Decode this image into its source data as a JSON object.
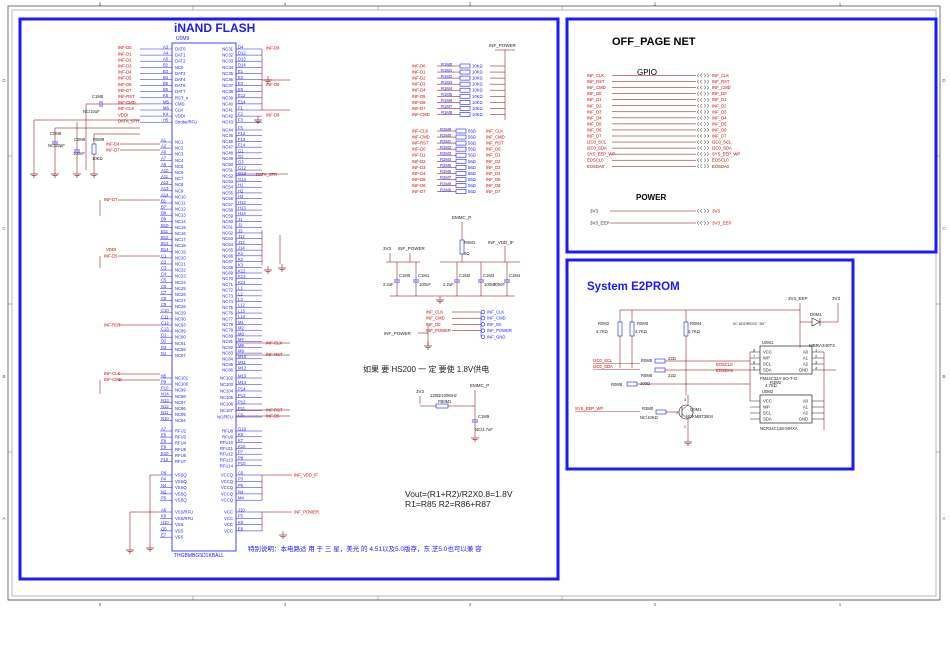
{
  "frame": {
    "top_numbers": [
      "5",
      "4",
      "3",
      "2",
      "1"
    ],
    "side_letters": [
      "D",
      "C",
      "B",
      "A"
    ]
  },
  "nand": {
    "title": "iNAND FLASH",
    "ref": "U0M9",
    "part": "THGBMBG5D1KBALL",
    "left_pins": [
      {
        "pin": "A3",
        "name": "DAT0",
        "net": "INF-D0"
      },
      {
        "pin": "A4",
        "name": "DAT1",
        "net": "INF-D1"
      },
      {
        "pin": "A5",
        "name": "DAT2",
        "net": "INF-D2"
      },
      {
        "pin": "B2",
        "name": "NC0",
        "net": "INF-D3"
      },
      {
        "pin": "B3",
        "name": "DAT3",
        "net": "INF-D4"
      },
      {
        "pin": "B4",
        "name": "DAT4",
        "net": "INF-D5"
      },
      {
        "pin": "B5",
        "name": "DAT6",
        "net": "INF-D6"
      },
      {
        "pin": "B6",
        "name": "DAT7",
        "net": "INF-D7"
      },
      {
        "pin": "K5",
        "name": "RST_n",
        "net": "INF-RST"
      },
      {
        "pin": "M5",
        "name": "CMD",
        "net": "INF-CMD"
      },
      {
        "pin": "M6",
        "name": "CLK",
        "net": "INF-CLK"
      },
      {
        "pin": "K4",
        "name": "VDDi",
        "net": "VDDI"
      },
      {
        "pin": "H5",
        "name": "Strobe/RFU",
        "net": "DATA_STR"
      }
    ],
    "right_pins": [
      {
        "pin": "D4",
        "name": "NC31",
        "net": "INF-D8"
      },
      {
        "pin": "D12",
        "name": "NC32",
        "net": ""
      },
      {
        "pin": "D13",
        "name": "NC33",
        "net": ""
      },
      {
        "pin": "D14",
        "name": "NC34",
        "net": ""
      },
      {
        "pin": "E1",
        "name": "NC35",
        "net": ""
      },
      {
        "pin": "E2",
        "name": "NC36",
        "net": ""
      },
      {
        "pin": "E3",
        "name": "NC37",
        "net": "INF-D8"
      },
      {
        "pin": "E5",
        "name": "NC38",
        "net": ""
      },
      {
        "pin": "E12",
        "name": "NC39",
        "net": ""
      },
      {
        "pin": "E14",
        "name": "NC40",
        "net": ""
      },
      {
        "pin": "F1",
        "name": "NC41",
        "net": ""
      },
      {
        "pin": "F2",
        "name": "NC42",
        "net": "INF-D8"
      },
      {
        "pin": "F3",
        "name": "NC43",
        "net": ""
      }
    ],
    "nc_labels": [
      "NC1",
      "NC2",
      "NC3",
      "NC4",
      "NC5",
      "NC6",
      "NC7",
      "NC8",
      "NC9",
      "NC10",
      "NC11",
      "NC12",
      "NC13",
      "NC14",
      "NC15",
      "NC16",
      "NC17",
      "NC18",
      "NC19",
      "NC20",
      "NC21",
      "NC22",
      "NC23",
      "NC24",
      "NC25",
      "NC26",
      "NC27",
      "NC28",
      "NC29",
      "NC30",
      "NC93",
      "NC89",
      "NC90",
      "NC91",
      "NC88",
      "NC87"
    ],
    "nc_pins": [
      "A1",
      "A2",
      "A6",
      "A7",
      "A8",
      "A10",
      "A11",
      "A12",
      "A13",
      "A14",
      "B1",
      "B7",
      "B8",
      "B9",
      "B10",
      "B11",
      "B12",
      "B13",
      "B14",
      "C1",
      "C2",
      "C3",
      "C4",
      "C5",
      "C6",
      "C7",
      "C8",
      "C9",
      "C10",
      "C11",
      "C12",
      "C13",
      "D1",
      "D2",
      "D3",
      "N1"
    ],
    "nc_right": [
      "NC44",
      "NC45",
      "NC46",
      "NC47",
      "NC48",
      "NC49",
      "NC50",
      "NC51",
      "NC52",
      "NC53",
      "NC54",
      "NC55",
      "NC56",
      "NC57",
      "NC58",
      "NC59",
      "NC60",
      "NC61",
      "NC62",
      "NC63",
      "NC64",
      "NC65",
      "NC66",
      "NC67",
      "NC68",
      "NC69",
      "NC70",
      "NC71",
      "NC72",
      "NC73",
      "NC74",
      "NC75",
      "NC76",
      "NC77",
      "NC78",
      "NC79",
      "NC80",
      "NC81",
      "NC82",
      "NC83",
      "NC84",
      "NC85",
      "NC86"
    ],
    "nc_right_pins": [
      "F5",
      "F12",
      "F13",
      "F14",
      "G1",
      "G2",
      "G3",
      "G12",
      "G13",
      "G14",
      "H1",
      "H2",
      "H3",
      "H12",
      "H13",
      "H14",
      "J1",
      "J2",
      "J3",
      "J12",
      "J13",
      "J14",
      "K1",
      "K2",
      "K3",
      "K12",
      "K13",
      "K14",
      "L1",
      "L2",
      "L3",
      "L12",
      "L13",
      "L14",
      "M1",
      "M2",
      "M3",
      "M7",
      "M8",
      "M9",
      "M10",
      "M11",
      "M12"
    ],
    "lower_left": [
      {
        "pin": "N5",
        "name": "NC101"
      },
      {
        "pin": "P9",
        "name": "NC100"
      },
      {
        "pin": "P10",
        "name": "NC99"
      },
      {
        "pin": "N14",
        "name": "NC98"
      },
      {
        "pin": "N13",
        "name": "NC97"
      },
      {
        "pin": "N12",
        "name": "NC96"
      },
      {
        "pin": "N11",
        "name": "NC95"
      },
      {
        "pin": "N10",
        "name": "NC94"
      }
    ],
    "lower_right": [
      {
        "pin": "M13",
        "name": "NC102"
      },
      {
        "pin": "M14",
        "name": "NC103"
      },
      {
        "pin": "P14",
        "name": "NC104"
      },
      {
        "pin": "P13",
        "name": "NC105"
      },
      {
        "pin": "P12",
        "name": "NC106"
      },
      {
        "pin": "P11",
        "name": "NC107"
      },
      {
        "pin": "C5",
        "name": "NC/RFU"
      }
    ],
    "rfu_left": [
      {
        "pin": "A7",
        "name": "RFU2"
      },
      {
        "pin": "E5",
        "name": "RFU3"
      },
      {
        "pin": "E8",
        "name": "RFU4"
      },
      {
        "pin": "E9",
        "name": "RFU5"
      },
      {
        "pin": "E10",
        "name": "RFU6"
      },
      {
        "pin": "F10",
        "name": "RFU7"
      }
    ],
    "rfu_right": [
      {
        "pin": "G10",
        "name": "RFU8"
      },
      {
        "pin": "K6",
        "name": "RFU9"
      },
      {
        "pin": "K7",
        "name": "RFU10"
      },
      {
        "pin": "K10",
        "name": "RFU11"
      },
      {
        "pin": "P7",
        "name": "RFU12"
      },
      {
        "pin": "P8",
        "name": "RFU13"
      },
      {
        "pin": "P10",
        "name": "RFU14"
      }
    ],
    "vssq_left": [
      {
        "pin": "P6",
        "name": "VSSQ"
      },
      {
        "pin": "P4",
        "name": "VSSQ"
      },
      {
        "pin": "N4",
        "name": "VSSQ"
      },
      {
        "pin": "N2",
        "name": "VSSQ"
      },
      {
        "pin": "P5",
        "name": "VSSQ"
      }
    ],
    "vccq_right": [
      {
        "pin": "C6",
        "name": "VCCQ"
      },
      {
        "pin": "P3",
        "name": "VCCQ"
      },
      {
        "pin": "P5",
        "name": "VCCQ"
      },
      {
        "pin": "N4",
        "name": "VCCQ"
      },
      {
        "pin": "M4",
        "name": "VCCQ"
      }
    ],
    "vss_left": [
      {
        "pin": "A6",
        "name": "VSS/RFU"
      },
      {
        "pin": "K8",
        "name": "VSS/RFU"
      },
      {
        "pin": "H10",
        "name": "VSS"
      },
      {
        "pin": "G5",
        "name": "VSS"
      },
      {
        "pin": "E7",
        "name": "VSS"
      }
    ],
    "vcc_right": [
      {
        "pin": "J10",
        "name": "VCC"
      },
      {
        "pin": "F5",
        "name": "VCC"
      },
      {
        "pin": "K9",
        "name": "VCC"
      },
      {
        "pin": "E6",
        "name": "VCC"
      }
    ],
    "net_vdd_if": "INF_VDD_IF",
    "net_power": "INF_POWER",
    "caps": [
      {
        "ref": "C1M8",
        "value": "NC/10uF"
      },
      {
        "ref": "C0M8",
        "value": "NC/33pF"
      },
      {
        "ref": "C0M9",
        "value": "100nF"
      },
      {
        "ref": "R0M9",
        "value": "10KΩ"
      }
    ],
    "side_nets": [
      "INF-D4",
      "INF-D7",
      "INF-D7",
      "VDDI",
      "INF-D5",
      "INF-RST",
      "INF-CLK",
      "INF-CMD"
    ],
    "right_side_nets": [
      "DATA_STR",
      "INF-CLK",
      "INF-RST",
      "INF-RST",
      "INF-D5"
    ],
    "note": "特别说明：本电路适 用 于 三 星，美光 的 4.51以及5.0版存，东 芝5.0也可以兼 容"
  },
  "resistors": {
    "power_label": "INF_POWER",
    "pullups": [
      {
        "net": "INF-D0",
        "ref": "R1M0",
        "value": "10KΩ"
      },
      {
        "net": "INF-D1",
        "ref": "R1M1",
        "value": "10KΩ"
      },
      {
        "net": "INF-D2",
        "ref": "R1M2",
        "value": "10KΩ"
      },
      {
        "net": "INF-D3",
        "ref": "R1M3",
        "value": "10KΩ"
      },
      {
        "net": "INF-D4",
        "ref": "R1M4",
        "value": "10KΩ"
      },
      {
        "net": "INF-D5",
        "ref": "R1M5",
        "value": "10KΩ"
      },
      {
        "net": "INF-D6",
        "ref": "R1M6",
        "value": "10KΩ"
      },
      {
        "net": "INF-D7",
        "ref": "R1M7",
        "value": "10KΩ"
      },
      {
        "net": "INF-CMD",
        "ref": "R1M8",
        "value": "10KΩ"
      }
    ],
    "series": [
      {
        "in": "INF-CLK",
        "ref": "R2M9",
        "value": "56Ω",
        "out": "INF_CLK"
      },
      {
        "in": "INF-CMD",
        "ref": "R2M0",
        "value": "56Ω",
        "out": "INF_CMD"
      },
      {
        "in": "INF-RST",
        "ref": "R2M1",
        "value": "56Ω",
        "out": "INF_RST"
      },
      {
        "in": "INF-D0",
        "ref": "R2M2",
        "value": "56Ω",
        "out": "INF_D0"
      },
      {
        "in": "INF-D1",
        "ref": "R2M3",
        "value": "56Ω",
        "out": "INF_D1"
      },
      {
        "in": "INF-D2",
        "ref": "R2M4",
        "value": "56Ω",
        "out": "INF_D2"
      },
      {
        "in": "INF-D3",
        "ref": "R2M5",
        "value": "56Ω",
        "out": "INF_D3"
      },
      {
        "in": "INF-D4",
        "ref": "R2M6",
        "value": "56Ω",
        "out": "INF_D4"
      },
      {
        "in": "INF-D5",
        "ref": "R2M7",
        "value": "56Ω",
        "out": "INF_D5"
      },
      {
        "in": "INF-D6",
        "ref": "R2M8",
        "value": "56Ω",
        "out": "INF_D6"
      },
      {
        "in": "INF-D7",
        "ref": "R2M9",
        "value": "56Ω",
        "out": "INF_D7"
      }
    ]
  },
  "power": {
    "emmc_p": "EMMC_P",
    "r0m1": "R0M1",
    "r0m1_value": "0Ω",
    "vdd_if": "INF_VDD_IF",
    "v3v3": "3V3",
    "inf_power": "INF_POWER",
    "caps": [
      {
        "ref": "C1M0",
        "value": "2.2uF"
      },
      {
        "ref": "C1M1",
        "value": "100nF"
      },
      {
        "ref": "C1M2",
        "value": "2.2uF"
      },
      {
        "ref": "C1M3",
        "value": "100nF"
      },
      {
        "ref": "C1M4",
        "value": "100nF"
      }
    ],
    "connector_nets": [
      "INF_CLK",
      "INF_CMD",
      "INF_D0",
      "INF_POWER",
      "INF_GND"
    ],
    "connector_nets_left": [
      "INF_CLK",
      "INF_CMD",
      "INF_D0",
      "INF_POWER"
    ],
    "inf_power_left": "INF_POWER",
    "note_cn": "如果 要  HS200  一 定  要使 1.8V供电",
    "fb_3v3": "3V3",
    "fb_ref": "FB0M1",
    "fb_value": "120Ω/100MHz",
    "emmc_p2": "EMMC_P",
    "c1m9": "C1M9",
    "c1m9_value": "NC/4.7uF",
    "formula1": "Vout=(R1+R2)/R2X0.8=1.8V",
    "formula2": "R1=R85 R2=R86+R87"
  },
  "offpage": {
    "title": "OFF_PAGE  NET",
    "gpio_label": "GPIO",
    "nets": [
      "INF_CLK",
      "INF_RST",
      "INF_CMD",
      "INF_D0",
      "INF_D1",
      "INF_D2",
      "INF_D3",
      "INF_D4",
      "INF_D5",
      "INF_D6",
      "INF_D7",
      "I2C0_SCL",
      "I2C0_SDA",
      "SYS_EEP_WP",
      "EOSCL0",
      "EOSDA0"
    ],
    "power_label": "POWER",
    "power_nets": [
      "3V3",
      "3V3_EEP"
    ]
  },
  "e2prom": {
    "title": "System E2PROM",
    "v3v3_eep": "3V3_EEP",
    "v3v3": "3V3",
    "r0m2": "R0M2",
    "r0m2_value": "4.7KΩ",
    "r0m3": "R0M3",
    "r0m3_value": "4.7KΩ",
    "r0m4": "R0M4",
    "r0m4_value": "4.7KΩ",
    "d0m1": "D0M1",
    "d0m1_part": "MBRA340T3",
    "i2c_scl": "I2C0_SCL",
    "i2c_sda": "I2C0_SDA",
    "r0m5": "R0M5",
    "r0m5_value": "22Ω",
    "r0m6": "R0M6",
    "r0m6_value": "22Ω",
    "r0m8": "R0M8",
    "r0m8_value": "100Ω",
    "r3m0": "R3M0",
    "r3m0_value": "NC/10KΩ",
    "q0m1": "Q0M1",
    "q0m1_part": "NCKMBT3904",
    "sys_eep_wp": "SYS_EEP_WP",
    "u0m1": "U0M1",
    "u0m1_part": "FM24C32A-SO-T-G",
    "u0m2": "U0M2",
    "u0m2_part": "NCR24C128-SIRXA",
    "r3m2": "R3M2",
    "r3m2_value": "4.7KΩ",
    "eoscl0": "EOSCL0",
    "eosda0": "EOSDA0",
    "iic_addr": "IIC ADDRESS \"A0\"",
    "ic_pins": [
      "VCC",
      "WP",
      "SCL",
      "SDA",
      "A0",
      "A1",
      "A2",
      "GND"
    ],
    "ic_nums_l": [
      "8",
      "7",
      "6",
      "5"
    ],
    "ic_nums_r": [
      "1",
      "2",
      "3",
      "4"
    ],
    "q_pins": [
      "1",
      "2",
      "3"
    ]
  }
}
